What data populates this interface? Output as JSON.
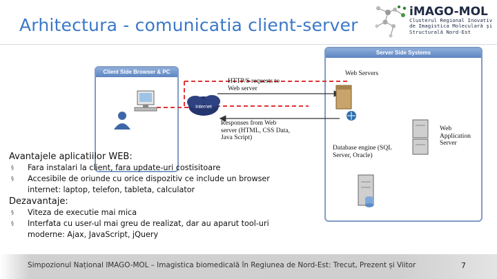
{
  "slide": {
    "title": "Arhitectura  - comunicatia client-server",
    "page_number": "7",
    "footer": "Simpozionul Național IMAGO-MOL – Imagistica biomedicală în Regiunea de Nord-Est: Trecut, Prezent și Viitor"
  },
  "logo": {
    "name": "iMAGO-MOL",
    "subtitle_lines": [
      "Clusterul Regional Inovativ",
      "de Imagistica Moleculară și",
      "Structurală Nord-Est"
    ]
  },
  "diagram": {
    "client_panel_title": "Client Side Browser & PC",
    "server_panel_title": "Server Side Systems",
    "cloud_label": "Internet",
    "request_label": [
      "HTTP/S requests to",
      "Web server"
    ],
    "response_label": [
      "Responses from Web",
      "server (HTML, CSS Data,",
      "Java Script)"
    ],
    "web_servers_label": "Web Servers",
    "app_server_label": [
      "Web",
      "Application",
      "Server"
    ],
    "db_label": [
      "Database engine (SQL",
      "Server, Oracle)"
    ]
  },
  "content": {
    "advantages_heading": "Avantajele aplicatiilor WEB:",
    "advantages": [
      {
        "lines": [
          "Fara instalari la client, fara update-uri costisitoare"
        ]
      },
      {
        "lines": [
          "Accesibile de oriunde cu orice dispozitiv ce include un browser",
          "internet: laptop, telefon, tableta, calculator"
        ]
      }
    ],
    "disadvantages_heading": "Dezavantaje:",
    "disadvantages": [
      {
        "lines": [
          "Viteza de executie mai mica"
        ]
      },
      {
        "lines": [
          "Interfata cu user-ul mai greu de realizat, dar au aparut tool-uri",
          "moderne: Ajax, JavaScript, jQuery"
        ]
      }
    ],
    "bullet_marker": "§"
  }
}
